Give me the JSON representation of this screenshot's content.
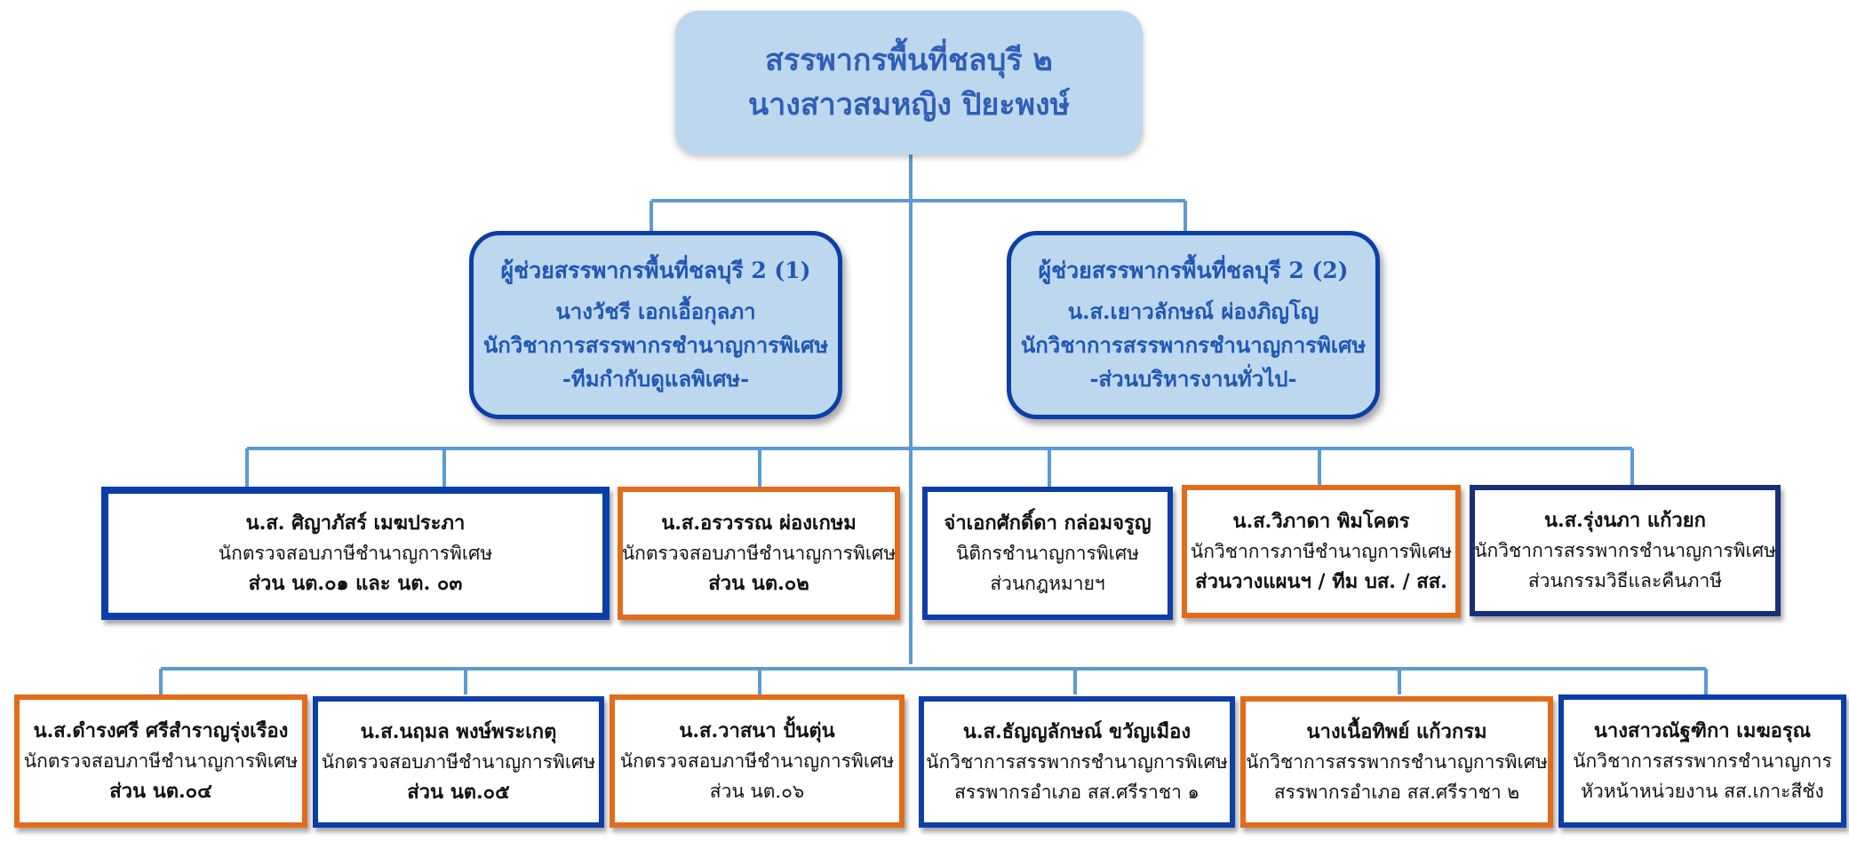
{
  "colors": {
    "line": "#5b9bd5",
    "blue_border": "#0b3ea8",
    "orange_border": "#e36c1a",
    "navy_border": "#1a2f7a",
    "box_fill": "#bdd7ee",
    "title_text": "#2e5fb8"
  },
  "head": {
    "line1": "สรรพากรพื้นที่ชลบุรี ๒",
    "line2": "นางสาวสมหญิง ปิยะพงษ์"
  },
  "assistants": [
    {
      "title": "ผู้ช่วยสรรพากรพื้นที่ชลบุรี 2 (1)",
      "name": "นางวัชรี เอกเอื้อกุลภา",
      "position": "นักวิชาการสรรพากรชำนาญการพิเศษ",
      "unit": "-ทีมกำกับดูแลพิเศษ-"
    },
    {
      "title": "ผู้ช่วยสรรพากรพื้นที่ชลบุรี 2 (2)",
      "name": "น.ส.เยาวลักษณ์ ผ่องภิญโญ",
      "position": "นักวิชาการสรรพากรชำนาญการพิเศษ",
      "unit": "-ส่วนบริหารงานทั่วไป-"
    }
  ],
  "row1": [
    {
      "name": "น.ส. ศิญาภัสร์  เมฆประภา",
      "position": "นักตรวจสอบภาษีชำนาญการพิเศษ",
      "unit": "ส่วน นต.๐๑ และ นต. ๐๓"
    },
    {
      "name": "น.ส.อรวรรณ ผ่องเกษม",
      "position": "นักตรวจสอบภาษีชำนาญการพิเศษ",
      "unit": "ส่วน นต.๐๒"
    },
    {
      "name": "จ่าเอกศักดิ์ดา  กล่อมจรูญ",
      "position": "นิติกรชำนาญการพิเศษ",
      "unit": "ส่วนกฎหมายฯ"
    },
    {
      "name": "น.ส.วิภาดา พิมโคตร",
      "position": "นักวิชาการภาษีชำนาญการพิเศษ",
      "unit": "ส่วนวางแผนฯ / ทีม บส. / สส."
    },
    {
      "name": "น.ส.รุ่งนภา แก้วยก",
      "position": "นักวิชาการสรรพากรชำนาญการพิเศษ",
      "unit": "ส่วนกรรมวิธีและคืนภาษี"
    }
  ],
  "row2": [
    {
      "name": "น.ส.ดำรงศรี ศรีสำราญรุ่งเรือง",
      "position": "นักตรวจสอบภาษีชำนาญการพิเศษ",
      "unit": "ส่วน นต.๐๔"
    },
    {
      "name": "น.ส.นฤมล พงษ์พระเกตุ",
      "position": "นักตรวจสอบภาษีชำนาญการพิเศษ",
      "unit": "ส่วน นต.๐๕"
    },
    {
      "name": "น.ส.วาสนา ปั้นตุ่น",
      "position": "นักตรวจสอบภาษีชำนาญการพิเศษ",
      "unit": "ส่วน นต.๐๖"
    },
    {
      "name": "น.ส.ธัญญลักษณ์  ขวัญเมือง",
      "position": "นักวิชาการสรรพากรชำนาญการพิเศษ",
      "unit": "สรรพากรอำเภอ สส.ศรีราชา ๑"
    },
    {
      "name": "นางเนื้อทิพย์  แก้วกรม",
      "position": "นักวิชาการสรรพากรชำนาญการพิเศษ",
      "unit": "สรรพากรอำเภอ สส.ศรีราชา ๒"
    },
    {
      "name": "นางสาวณัฐฑิกา เมฆอรุณ",
      "position": "นักวิชาการสรรพากรชำนาญการ",
      "unit": "หัวหน้าหน่วยงาน สส.เกาะสีชัง"
    }
  ]
}
